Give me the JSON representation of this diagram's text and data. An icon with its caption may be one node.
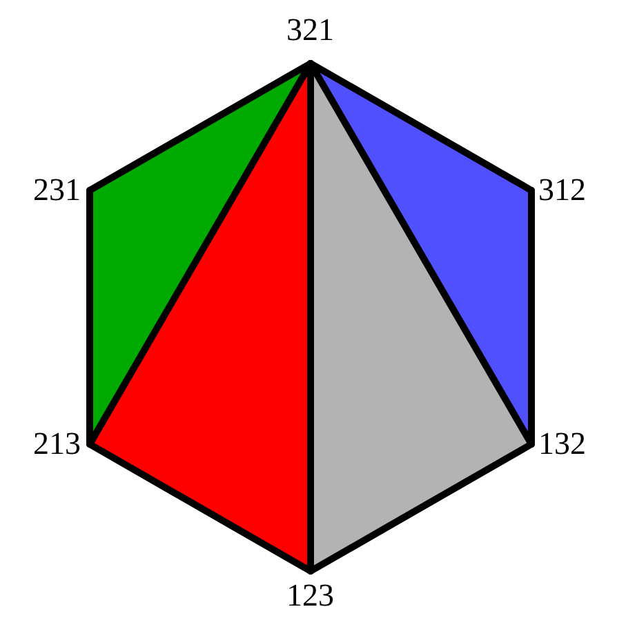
{
  "diagram": {
    "nodes": [
      {
        "text": [
          "321"
        ]
      },
      {
        "text": [
          "231"
        ]
      },
      {
        "text": [
          "312"
        ]
      },
      {
        "text": [
          "213"
        ]
      },
      {
        "text": [
          "132"
        ]
      },
      {
        "text": [
          "123"
        ]
      }
    ],
    "edges": [
      {
        "from": 0,
        "to": 2,
        "arrow": "none"
      },
      {
        "from": 2,
        "to": 4,
        "arrow": "none"
      },
      {
        "from": 4,
        "to": 5,
        "arrow": "none"
      },
      {
        "from": 5,
        "to": 3,
        "arrow": "none"
      },
      {
        "from": 3,
        "to": 1,
        "arrow": "none"
      },
      {
        "from": 1,
        "to": 0,
        "arrow": "none"
      },
      {
        "from": 0,
        "to": 3,
        "arrow": "none"
      },
      {
        "from": 0,
        "to": 5,
        "arrow": "none"
      },
      {
        "from": 0,
        "to": 4,
        "arrow": "none"
      }
    ]
  }
}
